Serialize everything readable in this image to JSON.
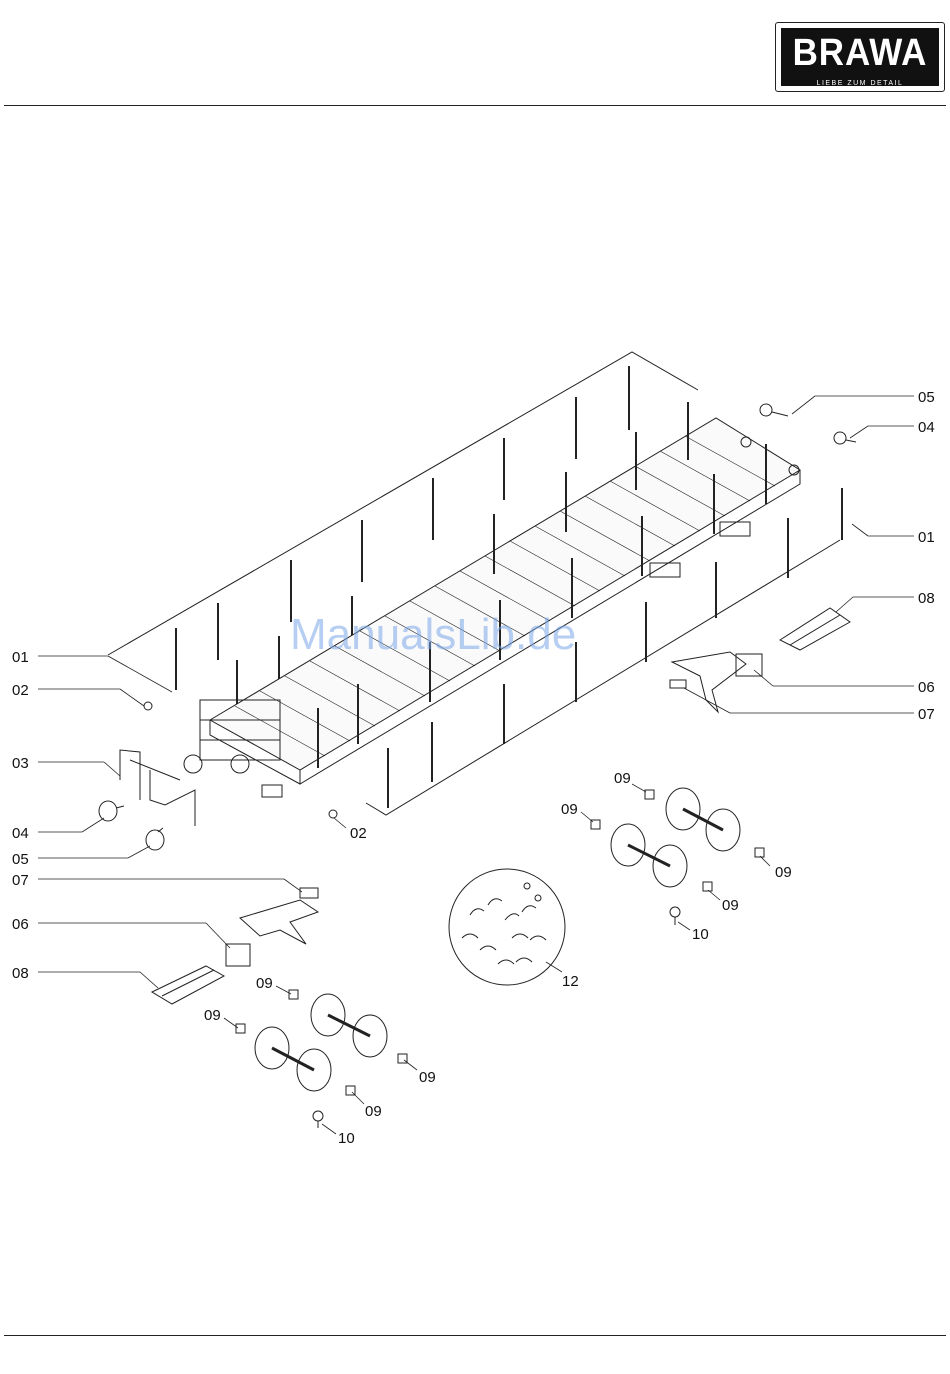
{
  "logo": {
    "word": "BRAWA",
    "tagline": "LIEBE ZUM DETAIL"
  },
  "watermark": "ManualsLib.de",
  "callouts": {
    "c05_top": "05",
    "c04_top": "04",
    "c01_right": "01",
    "c08_right": "08",
    "c06_right": "06",
    "c07_right": "07",
    "c01_left": "01",
    "c02_left": "02",
    "c03": "03",
    "c04_left": "04",
    "c05_left": "05",
    "c02_mid": "02",
    "c07_left": "07",
    "c06_left": "06",
    "c08_left": "08",
    "c09_a": "09",
    "c09_b": "09",
    "c09_c": "09",
    "c09_d": "09",
    "c09_e": "09",
    "c09_f": "09",
    "c09_g": "09",
    "c09_h": "09",
    "c10_right": "10",
    "c10_left": "10",
    "c12": "12"
  }
}
